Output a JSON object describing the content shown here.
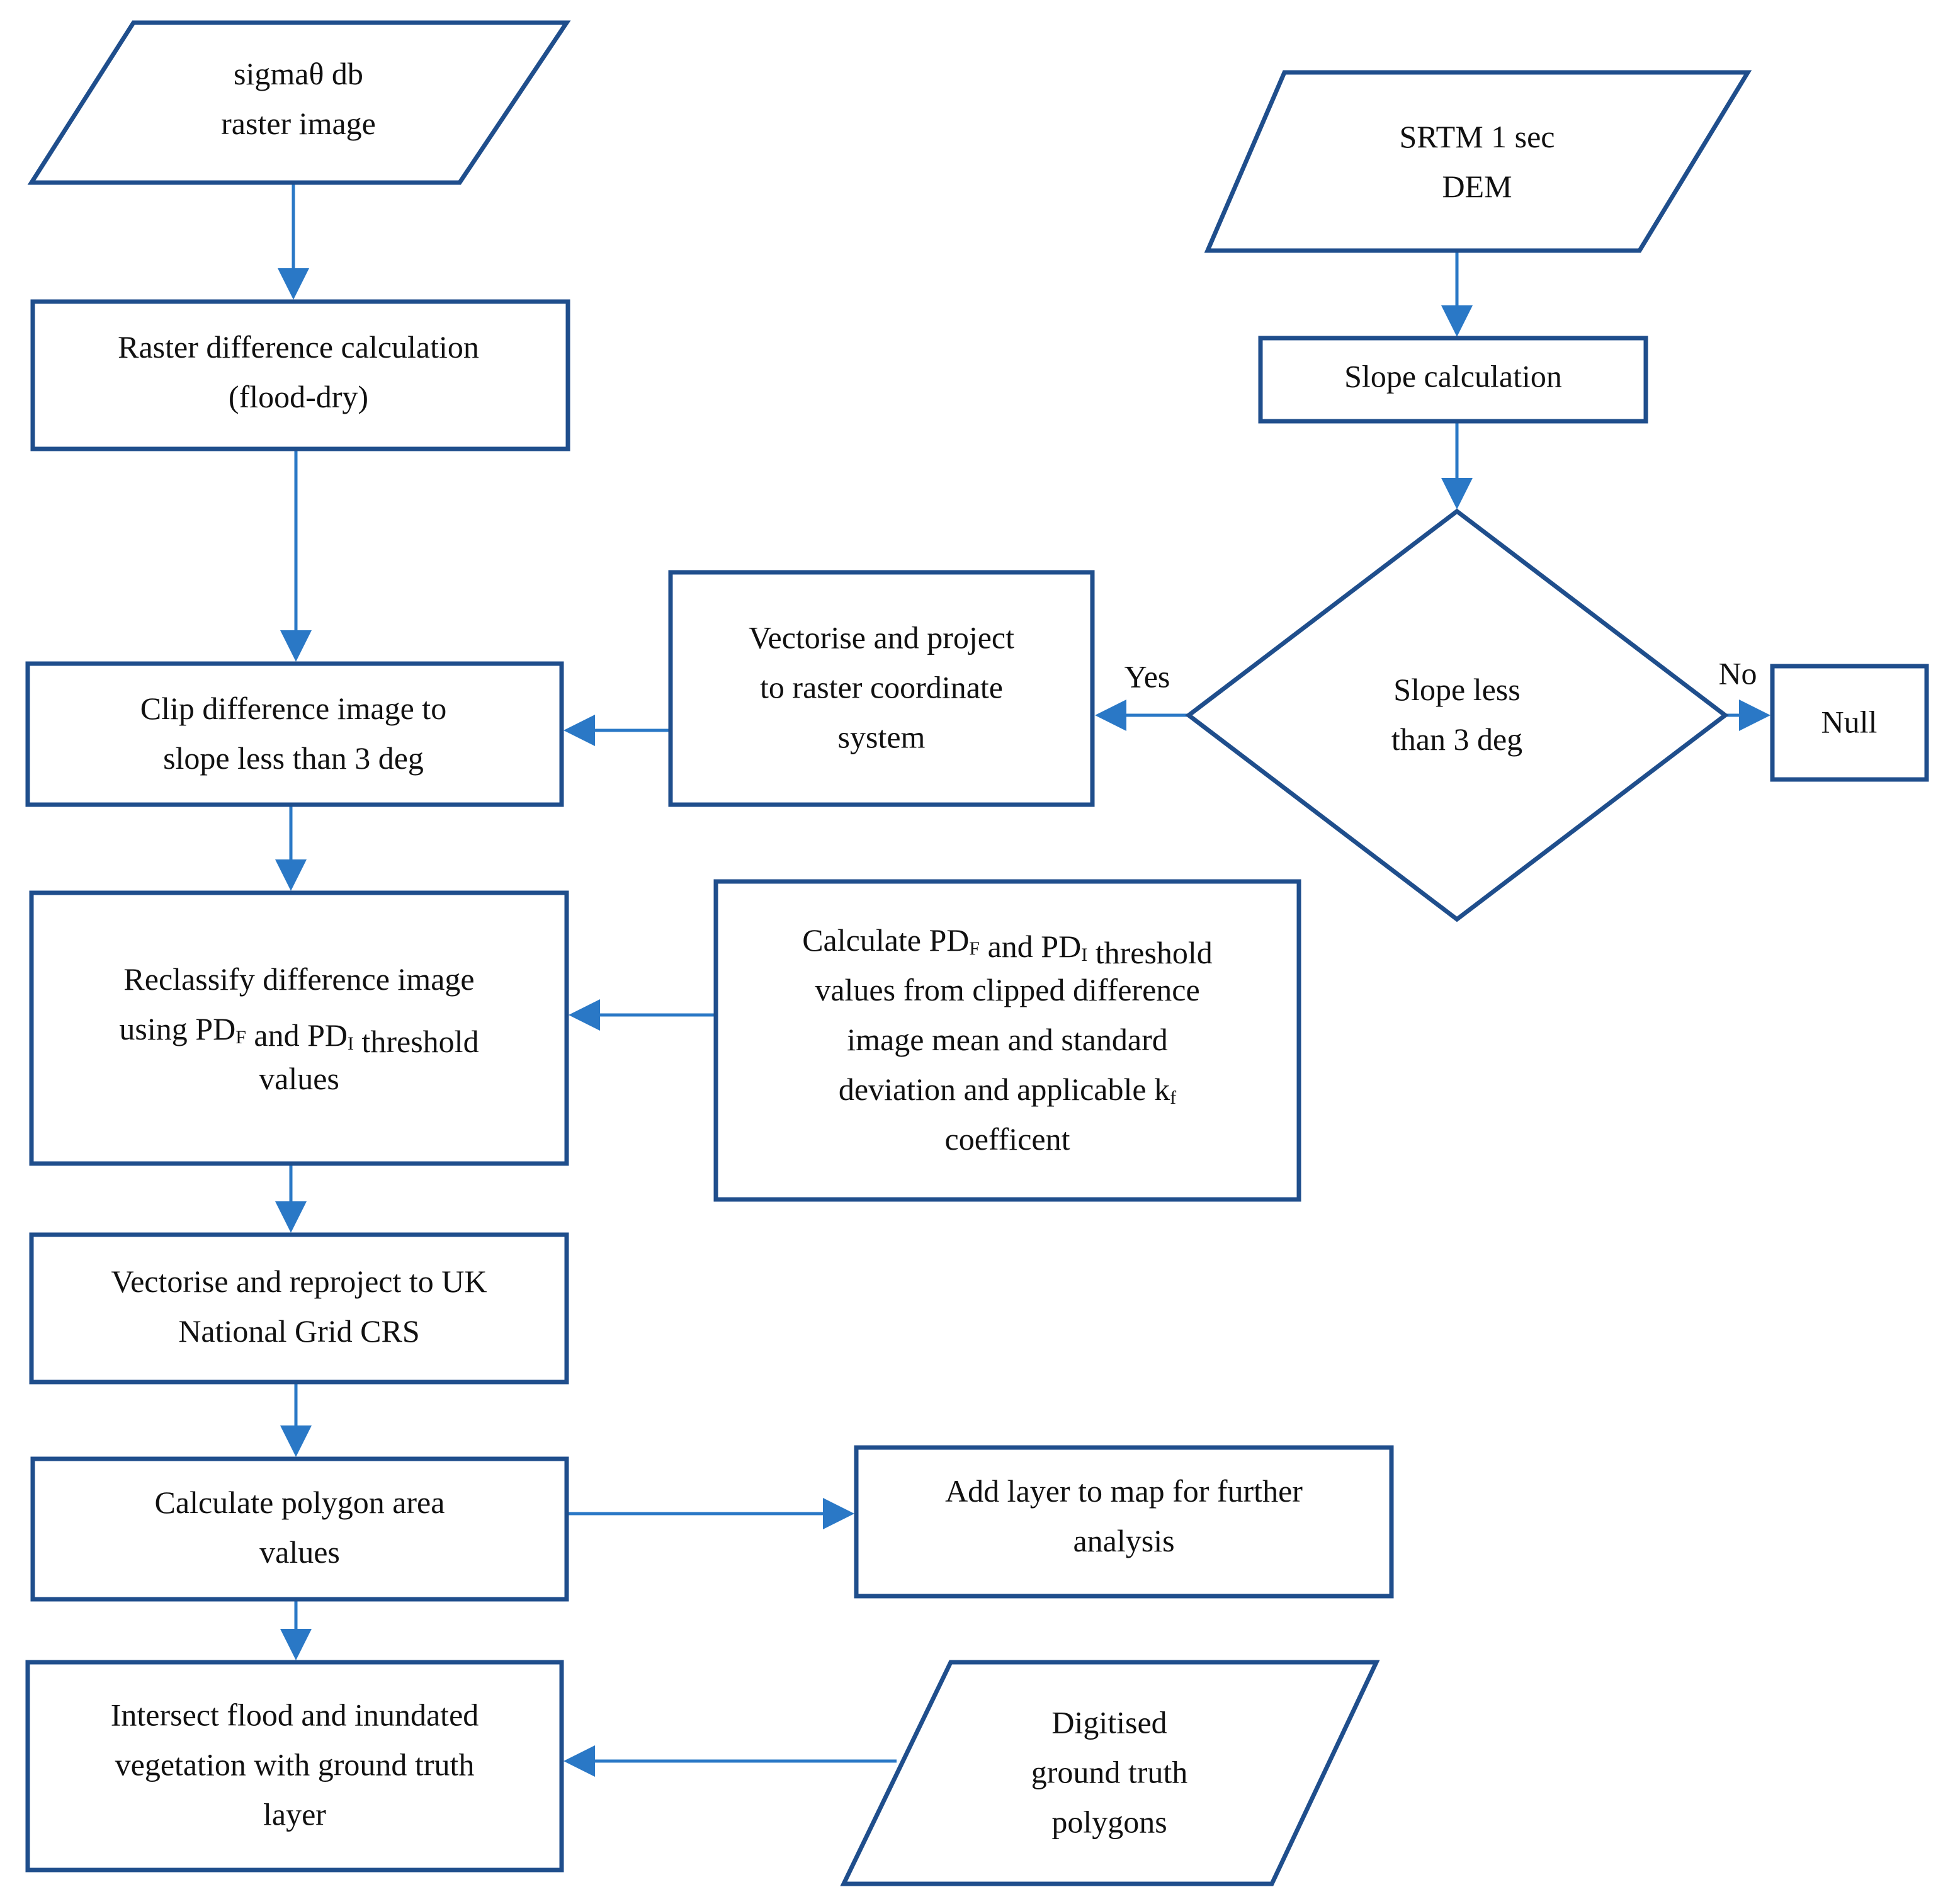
{
  "colors": {
    "shape_stroke": "#1f4e8c",
    "arrow": "#2a78c6",
    "text": "#111111",
    "background": "#ffffff"
  },
  "nodes": {
    "sigma_input": {
      "shape": "parallelogram",
      "lines": [
        "sigmaθ db",
        "raster image"
      ]
    },
    "srtm_input": {
      "shape": "parallelogram",
      "lines": [
        "SRTM 1 sec",
        "DEM"
      ]
    },
    "raster_difference": {
      "shape": "rectangle",
      "lines": [
        "Raster difference calculation",
        "(flood-dry)"
      ]
    },
    "slope_calculation": {
      "shape": "rectangle",
      "lines": [
        "Slope calculation"
      ]
    },
    "slope_decision": {
      "shape": "diamond",
      "lines": [
        "Slope less",
        "than 3 deg"
      ]
    },
    "vectorise_project": {
      "shape": "rectangle",
      "lines": [
        "Vectorise and project",
        "to raster coordinate",
        "system"
      ]
    },
    "null_box": {
      "shape": "rectangle",
      "lines": [
        "Null"
      ]
    },
    "clip_difference": {
      "shape": "rectangle",
      "lines": [
        "Clip difference image to",
        "slope less than 3 deg"
      ]
    },
    "reclassify": {
      "shape": "rectangle",
      "lines": [
        [
          {
            "t": "Reclassify difference image"
          }
        ],
        [
          {
            "t": "using PD"
          },
          {
            "t": "F",
            "sub": true
          },
          {
            "t": " and PD"
          },
          {
            "t": "I",
            "sub": true
          },
          {
            "t": " threshold"
          }
        ],
        [
          {
            "t": "values"
          }
        ]
      ]
    },
    "calculate_thresholds": {
      "shape": "rectangle",
      "lines": [
        [
          {
            "t": "Calculate PD"
          },
          {
            "t": "F",
            "sub": true
          },
          {
            "t": " and PD"
          },
          {
            "t": "I",
            "sub": true
          },
          {
            "t": " threshold"
          }
        ],
        [
          {
            "t": "values from clipped difference"
          }
        ],
        [
          {
            "t": "image mean and standard"
          }
        ],
        [
          {
            "t": "deviation and applicable k"
          },
          {
            "t": "f",
            "sub": true
          }
        ],
        [
          {
            "t": "coefficent"
          }
        ]
      ]
    },
    "vectorise_reproject": {
      "shape": "rectangle",
      "lines": [
        "Vectorise and reproject to UK",
        "National Grid CRS"
      ]
    },
    "polygon_area": {
      "shape": "rectangle",
      "lines": [
        "Calculate polygon area",
        "values"
      ]
    },
    "add_layer": {
      "shape": "rectangle",
      "lines": [
        "Add layer to map for further",
        "analysis"
      ]
    },
    "intersect": {
      "shape": "rectangle",
      "lines": [
        "Intersect flood and inundated",
        "vegetation with ground truth",
        "layer"
      ]
    },
    "ground_truth_input": {
      "shape": "parallelogram",
      "lines": [
        "Digitised",
        "ground truth",
        "polygons"
      ]
    }
  },
  "edge_labels": {
    "yes": "Yes",
    "no": "No"
  }
}
